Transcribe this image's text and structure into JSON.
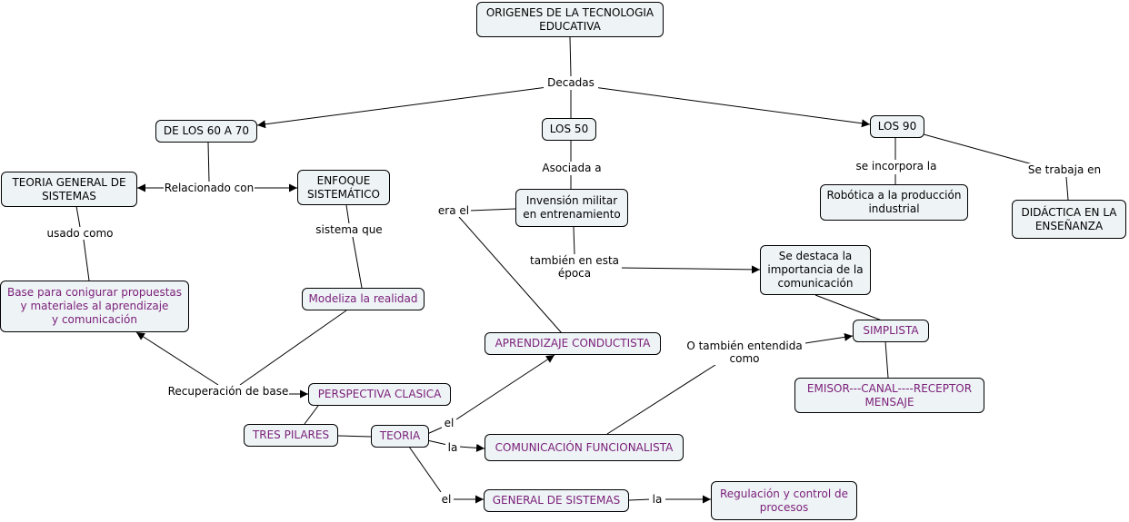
{
  "concepts": {
    "origenes": "ORIGENES DE LA TECNOLOGIA\nEDUCATIVA",
    "d6070": "DE LOS 60 A 70",
    "los50": "LOS 50",
    "los90": "LOS 90",
    "teoria_gen": "TEORIA GENERAL DE\nSISTEMAS",
    "enfoque": "ENFOQUE\nSISTEMÁTICO",
    "invension": "Invensión militar\nen entrenamiento",
    "robotica": "Robótica a la producción\nindustrial",
    "didactica": "DIDÁCTICA EN LA\nENSEÑANZA",
    "destaca": "Se destaca la\nimportancia de la\ncomunicación",
    "base": "Base para conigurar propuestas\ny materiales al aprendizaje\ny comunicación",
    "modeliza": "Modeliza la realidad",
    "aprendizaje": "APRENDIZAJE CONDUCTISTA",
    "simplista": "SIMPLISTA",
    "emisor": "EMISOR---CANAL----RECEPTOR\nMENSAJE",
    "perspectiva": "PERSPECTIVA CLASICA",
    "tres": "TRES PILARES",
    "teoria": "TEORIA",
    "comunicacion": "COMUNICACIÓN FUNCIONALISTA",
    "general": "GENERAL DE SISTEMAS",
    "regulacion": "Regulación y control de\nprocesos"
  },
  "links": {
    "decadas": "Decadas",
    "relacionado": "Relacionado con",
    "asociada": "Asociada a",
    "incorpora": "se incorpora la",
    "trabaja": "Se trabaja en",
    "usado": "usado como",
    "sistema_que": "sistema que",
    "era_el": "era el",
    "tambien": "también en esta\népoca",
    "recuperacion": "Recuperación de base",
    "o_tambien": "O también entendida\ncomo",
    "el1": "el",
    "la1": "la",
    "el2": "el",
    "la2": "la"
  },
  "colors": {
    "node_fill": "#eef3f6",
    "purple_text": "#7a1f78",
    "line": "#000000"
  }
}
